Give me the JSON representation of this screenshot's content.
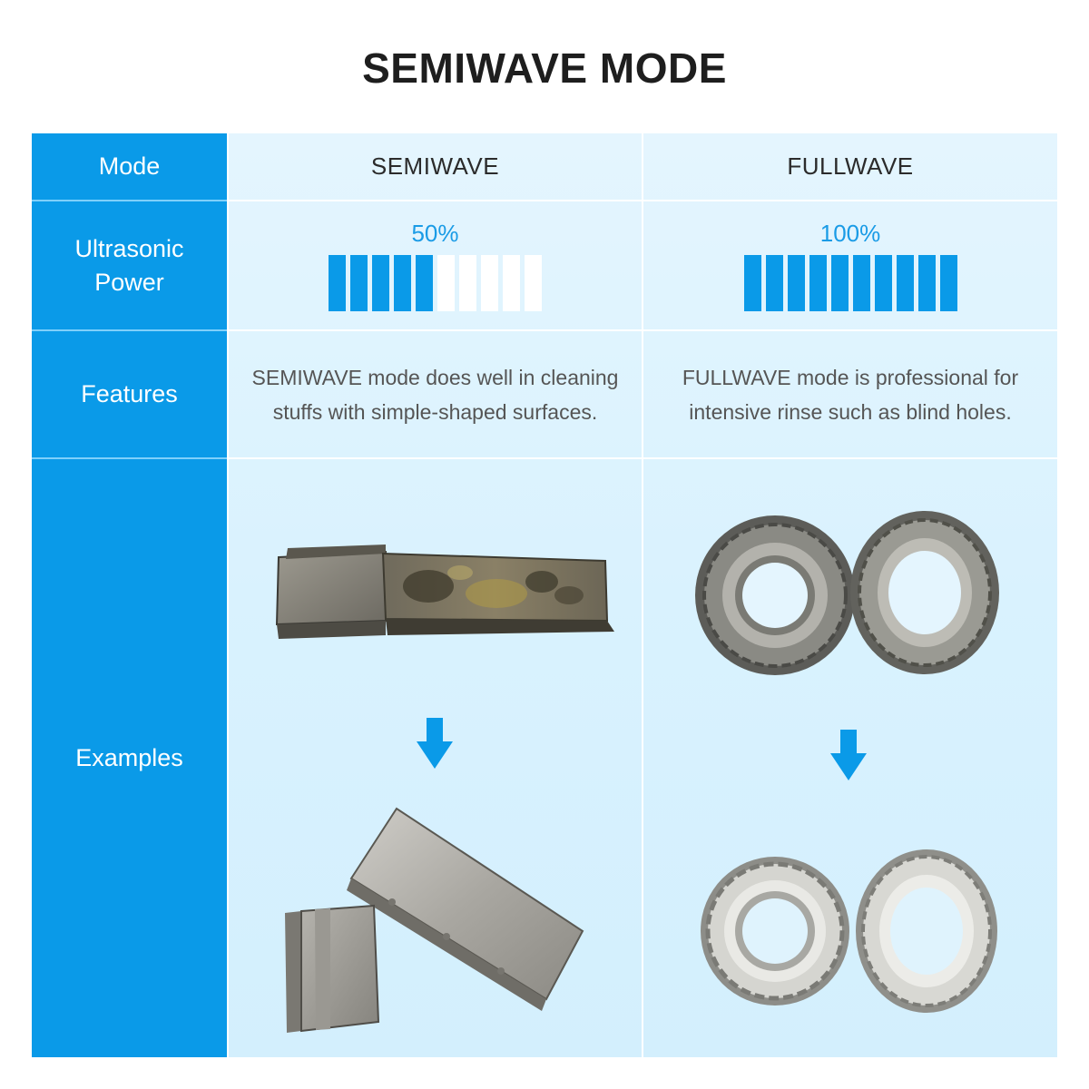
{
  "title": "SEMIWAVE MODE",
  "row_labels": {
    "mode": "Mode",
    "power_line1": "Ultrasonic",
    "power_line2": "Power",
    "features": "Features",
    "examples": "Examples"
  },
  "columns": [
    {
      "mode": "SEMIWAVE",
      "power_label": "50%",
      "power_fraction": 0.5,
      "feature_line1": "SEMIWAVE mode does well in cleaning",
      "feature_line2": "stuffs with simple-shaped surfaces."
    },
    {
      "mode": "FULLWAVE",
      "power_label": "100%",
      "power_fraction": 1.0,
      "feature_line1": "FULLWAVE mode is professional for",
      "feature_line2": "intensive rinse such as blind holes."
    }
  ],
  "colors": {
    "accent": "#0a9ae8",
    "title": "#1e1e1e",
    "percent": "#1a9be6"
  },
  "icons": [
    "down-arrow-icon"
  ]
}
